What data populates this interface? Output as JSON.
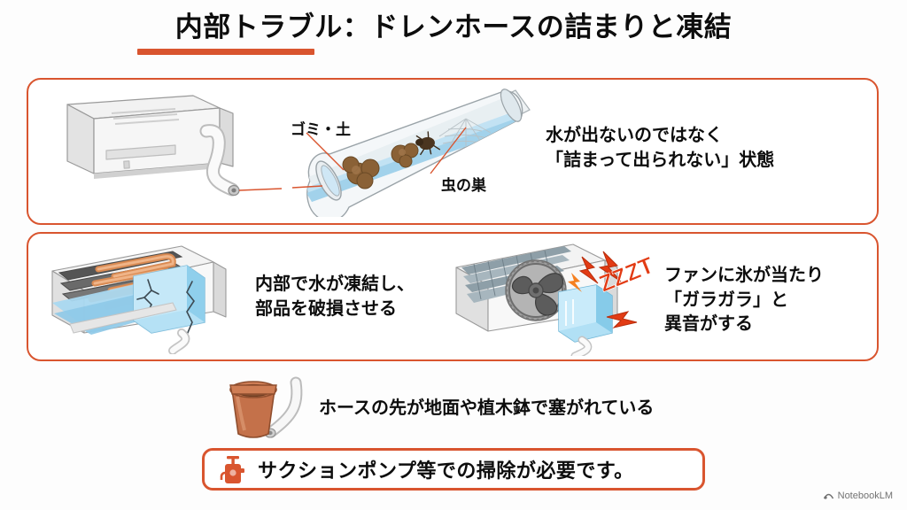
{
  "title": {
    "text": "内部トラブル：ドレンホースの詰まりと凍結",
    "underline_color": "#d9552f"
  },
  "theme": {
    "accent": "#d9552f",
    "background": "#fdfdfd",
    "text": "#0d0d0d",
    "water_blue": "#9fd4ef",
    "ice_blue": "#7ec8e8",
    "debris_brown": "#8a6136",
    "pot_terracotta": "#c4714a",
    "copper_pipe": "#e89b6c",
    "metal_gray": "#d8d8d8",
    "fan_dark": "#5a5a5a",
    "spark_red": "#e23b14"
  },
  "panels": [
    {
      "id": "clog",
      "illustrations": [
        {
          "name": "ac-indoor-unit-with-drain-hose"
        },
        {
          "name": "drain-hose-cutaway-with-debris"
        }
      ],
      "callouts": [
        {
          "label": "ゴミ・土",
          "name": "label-debris"
        },
        {
          "label": "虫の巣",
          "name": "label-nest"
        }
      ],
      "text": "水が出ないのではなく\n「詰まって出られない」状態"
    },
    {
      "id": "freeze",
      "left": {
        "illustration": "ac-interior-frozen-ice-block",
        "text": "内部で水が凍結し、\n部品を破損させる"
      },
      "right": {
        "illustration": "ac-fan-hitting-ice-cube",
        "sound_effect": "ZZZT",
        "text": "ファンに氷が当たり\n「ガラガラ」と\n異音がする"
      }
    }
  ],
  "pot_row": {
    "illustration": "flower-pot-blocking-hose-end",
    "text": "ホースの先が地面や植木鉢で塞がれている"
  },
  "callout": {
    "icon": "suction-pump-icon",
    "text": "サクションポンプ等での掃除が必要です。"
  },
  "watermark": {
    "icon": "notebooklm-logo",
    "text": "NotebookLM"
  }
}
